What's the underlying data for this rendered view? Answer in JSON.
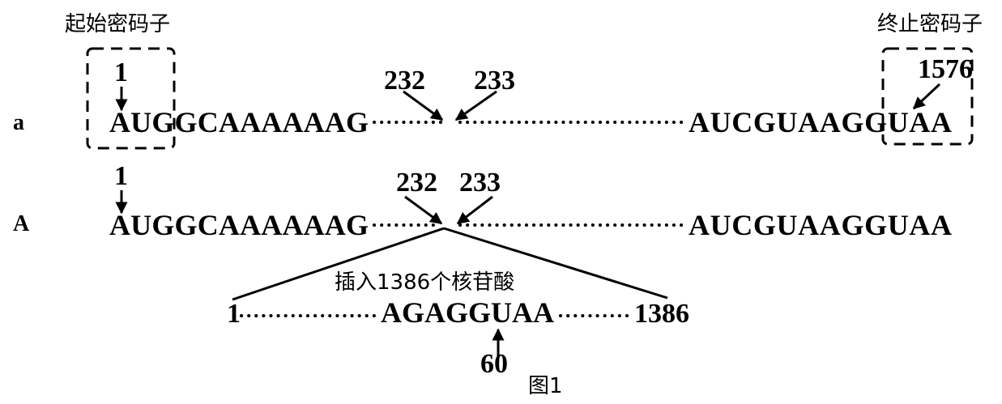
{
  "labels": {
    "start_codon": "起始密码子",
    "stop_codon": "终止密码子",
    "row_a": "a",
    "row_A": "A",
    "insertion": "插入1386个核苷酸",
    "figure_caption": "图1"
  },
  "row_a": {
    "pos_start": "1",
    "seq_start": "AUGGCAAAAAAG",
    "pos_232": "232",
    "pos_233": "233",
    "seq_end": "AUCGUAAGGUAA",
    "pos_end": "1576"
  },
  "row_A": {
    "pos_start": "1",
    "seq_start": "AUGGCAAAAAAG",
    "pos_232": "232",
    "pos_233": "233",
    "seq_end": "AUCGUAAGGUAA"
  },
  "insert": {
    "pos_start": "1",
    "seq_mid": "AGAGGUAA",
    "pos_end": "1386",
    "pos_mark": "60"
  }
}
